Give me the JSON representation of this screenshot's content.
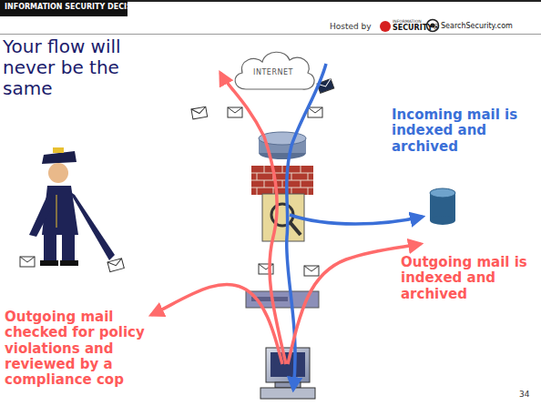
{
  "diagram": {
    "title": "Your flow will never be the same",
    "nodes": [
      {
        "text": [
          "INTERNET"
        ]
      }
    ],
    "labels": [
      "INFORMATION SECURITY DECISIONS",
      "Hosted by",
      "INFORMATION",
      "SECURITY®",
      "SearchSecurity.com",
      "Incoming mail is indexed and archived",
      "Outgoing mail is indexed and archived",
      "Outgoing mail checked for policy violations and reviewed by a compliance cop",
      "34"
    ]
  }
}
